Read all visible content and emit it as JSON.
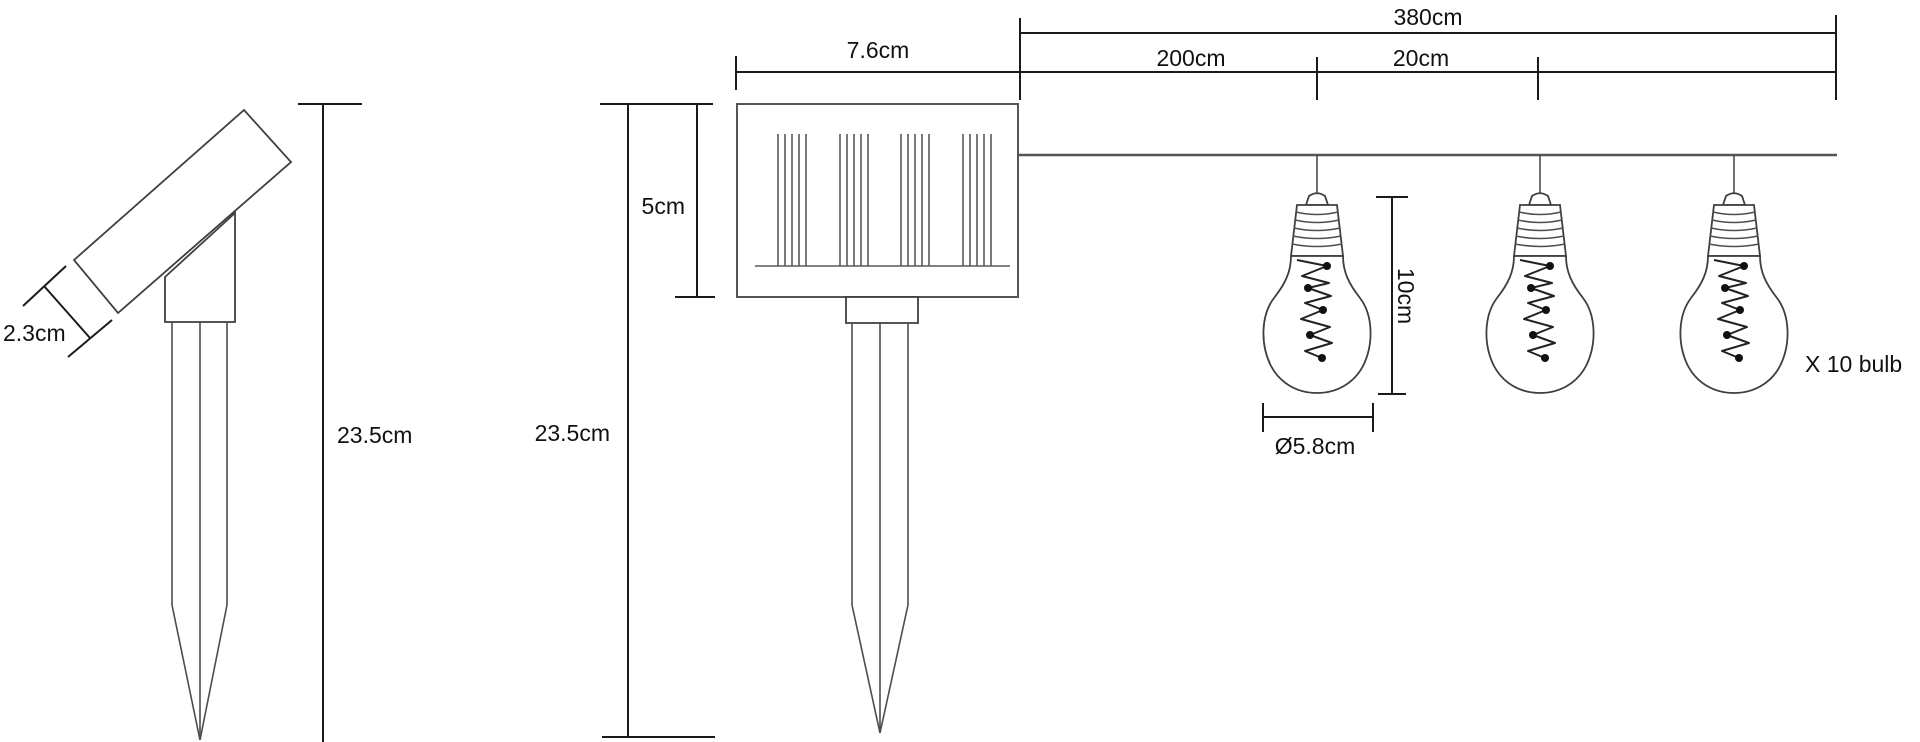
{
  "diagram": {
    "description": "Solar garden spotlight stake and string-light dimension drawing",
    "labels": {
      "spot_head_width": "2.3cm",
      "spot_stake_height": "23.5cm",
      "panel_stake_height": "23.5cm",
      "panel_height": "5cm",
      "panel_width": "7.6cm",
      "total_length": "380cm",
      "lead_length": "200cm",
      "bulb_spacing": "20cm",
      "bulb_height": "10cm",
      "bulb_diameter": "Ø5.8cm",
      "bulb_count": "X 10 bulb"
    },
    "colors": {
      "background": "#ffffff",
      "dimension_lines": "#1a1a1a",
      "product_lines": "#4d4d4d",
      "text": "#111111"
    },
    "bulbs": {
      "visible_count": 3,
      "positions_x": [
        "1317",
        "1540",
        "1734"
      ]
    }
  }
}
